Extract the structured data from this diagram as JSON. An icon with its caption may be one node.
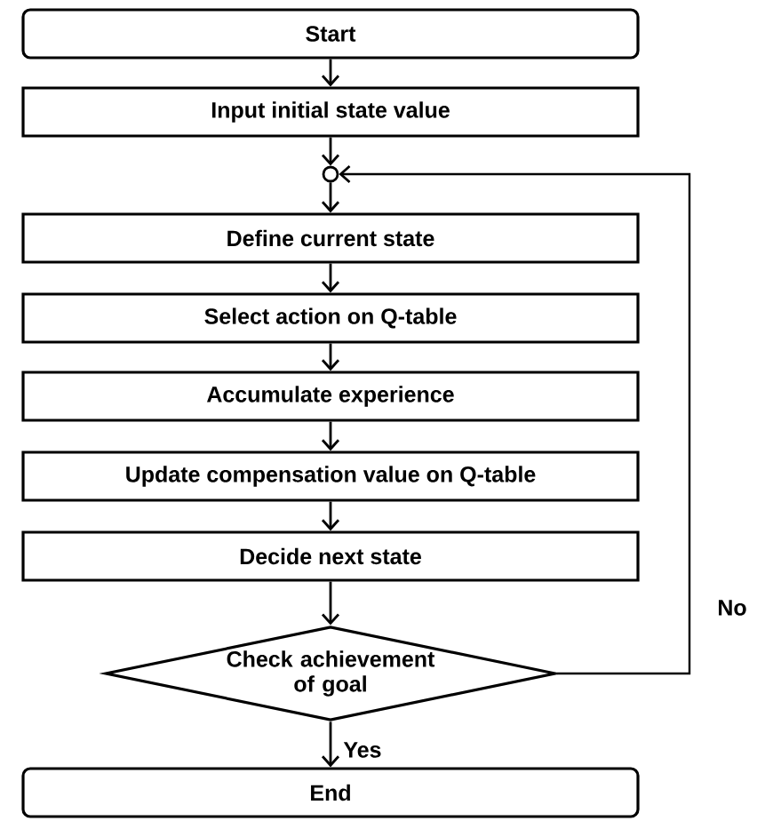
{
  "diagram": {
    "nodes": [
      {
        "text": [
          "Start"
        ]
      },
      {
        "text": [
          "Input initial state value"
        ]
      },
      {
        "text": [],
        "shape": "circle"
      },
      {
        "text": [
          "Define current state"
        ]
      },
      {
        "text": [
          "Select action on Q-table"
        ]
      },
      {
        "text": [
          "Accumulate experience"
        ]
      },
      {
        "text": [
          "Update compensation value on Q-table"
        ]
      },
      {
        "text": [
          "Decide next state"
        ]
      },
      {
        "text": [
          "Check achievement of goal"
        ]
      },
      {
        "text": [
          "End"
        ]
      }
    ],
    "edges": [
      {
        "from": 0,
        "to": 1,
        "arrow": "to"
      },
      {
        "from": 1,
        "to": 2,
        "arrow": "to"
      },
      {
        "from": 2,
        "to": 3,
        "arrow": "to"
      },
      {
        "from": 3,
        "to": 4,
        "arrow": "to"
      },
      {
        "from": 4,
        "to": 5,
        "arrow": "to"
      },
      {
        "from": 5,
        "to": 6,
        "arrow": "to"
      },
      {
        "from": 6,
        "to": 7,
        "arrow": "to"
      },
      {
        "from": 7,
        "to": 8,
        "arrow": "to"
      },
      {
        "from": 8,
        "to": 9,
        "arrow": "to",
        "label": "Yes"
      },
      {
        "from": 8,
        "to": 2,
        "arrow": "to",
        "label": "No"
      }
    ]
  }
}
